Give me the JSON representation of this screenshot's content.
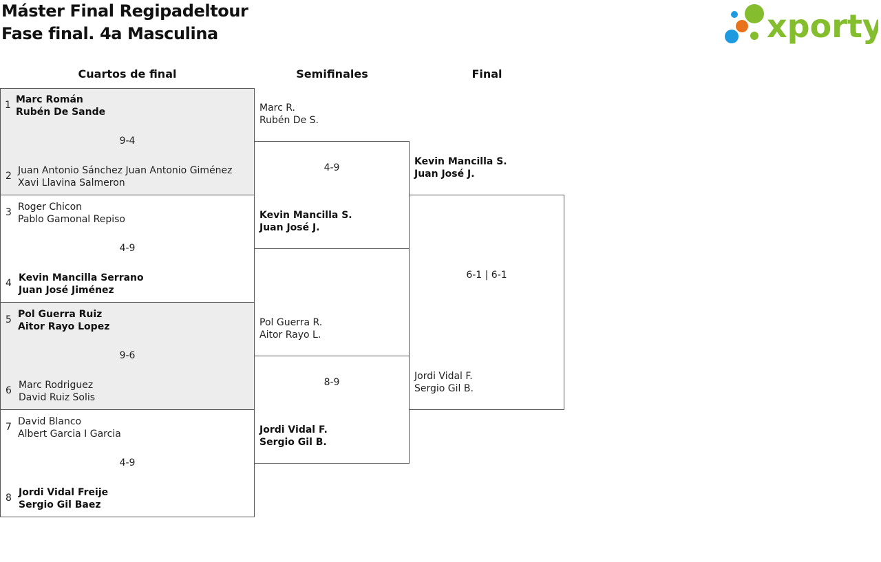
{
  "header": {
    "title_line1": "Máster Final Regipadeltour",
    "title_line2": "Fase final. 4a Masculina",
    "logo_text": "xporty",
    "logo_colors": {
      "blue": "#1e9be0",
      "orange": "#e8731c",
      "green": "#84bd2e"
    }
  },
  "columns": {
    "quarterfinals": "Cuartos de final",
    "semifinals": "Semifinales",
    "final": "Final"
  },
  "quarterfinals": [
    {
      "score": "9-4",
      "teams": [
        {
          "seed": "1",
          "p1": "Marc Román",
          "p2": "Rubén De Sande",
          "winner": true
        },
        {
          "seed": "2",
          "p1": "Juan Antonio Sánchez Juan Antonio Giménez",
          "p2": "Xavi Llavina Salmeron",
          "winner": false
        }
      ]
    },
    {
      "score": "4-9",
      "teams": [
        {
          "seed": "3",
          "p1": "Roger Chicon",
          "p2": "Pablo Gamonal Repiso",
          "winner": false
        },
        {
          "seed": "4",
          "p1": "Kevin Mancilla Serrano",
          "p2": "Juan José Jiménez",
          "winner": true
        }
      ]
    },
    {
      "score": "9-6",
      "teams": [
        {
          "seed": "5",
          "p1": "Pol Guerra Ruiz",
          "p2": "Aitor Rayo Lopez",
          "winner": true
        },
        {
          "seed": "6",
          "p1": "Marc Rodriguez",
          "p2": "David Ruiz Solis",
          "winner": false
        }
      ]
    },
    {
      "score": "4-9",
      "teams": [
        {
          "seed": "7",
          "p1": "David Blanco",
          "p2": "Albert Garcia I Garcia",
          "winner": false
        },
        {
          "seed": "8",
          "p1": "Jordi Vidal Freije",
          "p2": "Sergio Gil Baez",
          "winner": true
        }
      ]
    }
  ],
  "semifinals": [
    {
      "score": "4-9",
      "teams": [
        {
          "p1": "Marc R.",
          "p2": "Rubén De S.",
          "winner": false
        },
        {
          "p1": "Kevin Mancilla S.",
          "p2": "Juan José J.",
          "winner": true
        }
      ]
    },
    {
      "score": "8-9",
      "teams": [
        {
          "p1": "Pol Guerra R.",
          "p2": "Aitor Rayo L.",
          "winner": false
        },
        {
          "p1": "Jordi Vidal F.",
          "p2": "Sergio Gil B.",
          "winner": true
        }
      ]
    }
  ],
  "final": {
    "score": "6-1 | 6-1",
    "teams": [
      {
        "p1": "Kevin Mancilla S.",
        "p2": "Juan José J.",
        "winner": true
      },
      {
        "p1": "Jordi Vidal F.",
        "p2": "Sergio Gil B.",
        "winner": false
      }
    ]
  }
}
